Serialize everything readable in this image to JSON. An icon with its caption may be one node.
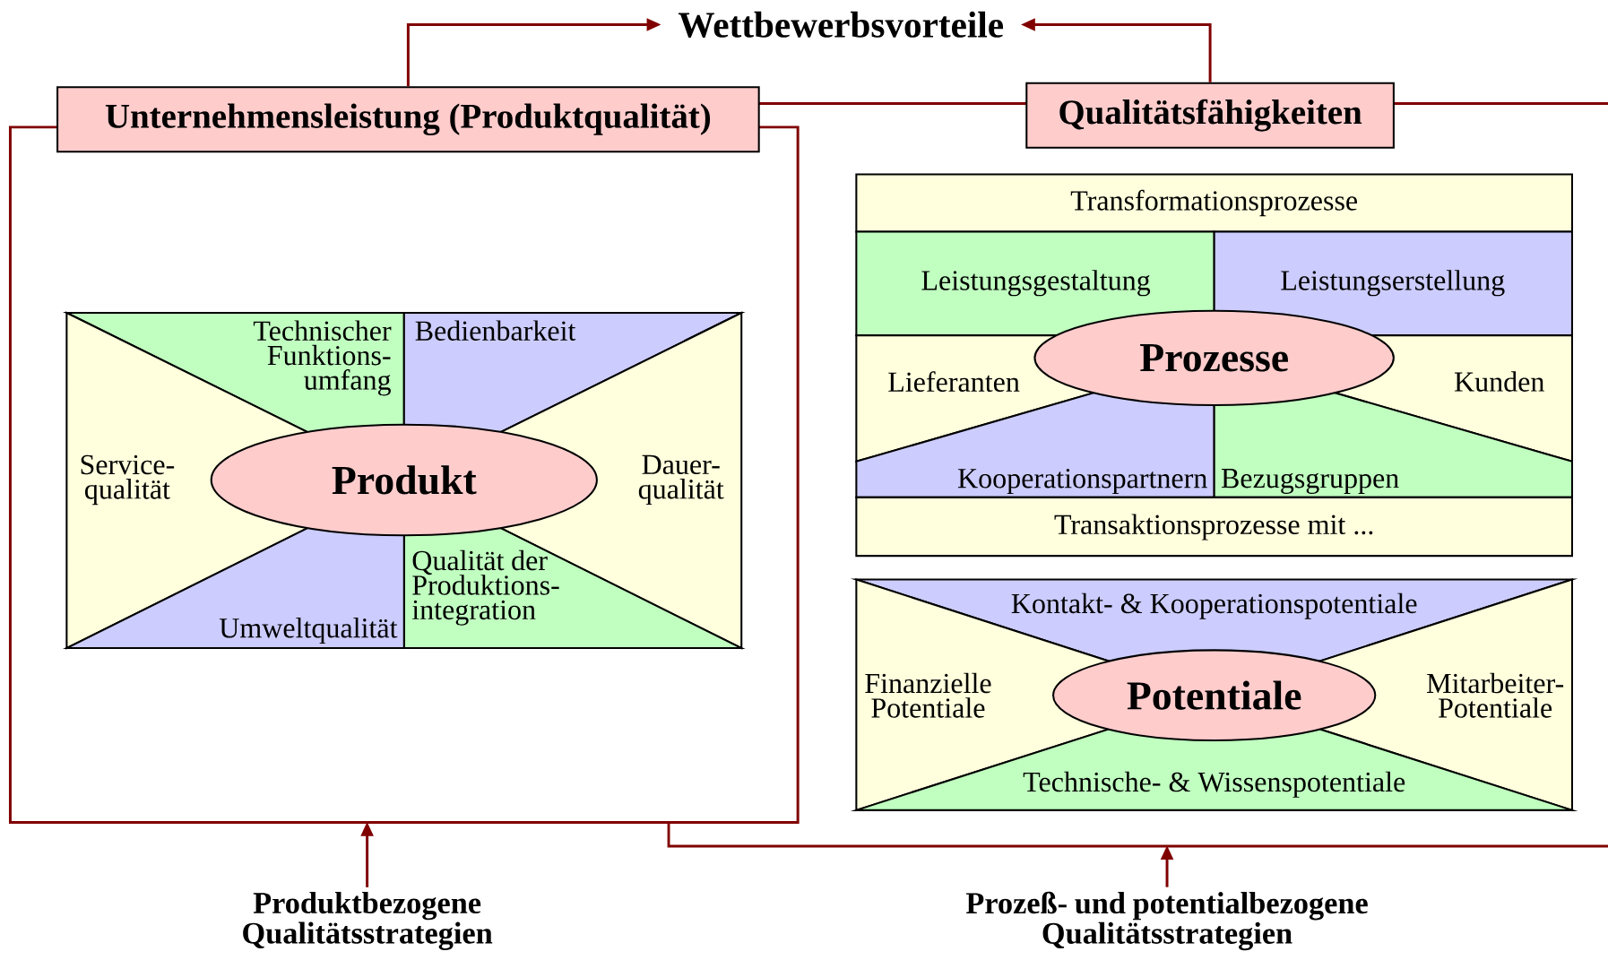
{
  "diagram": {
    "nodes": [
      {
        "text": [
          "Wettbewerbsvorteile"
        ]
      },
      {
        "text": [
          "Unternehmensleistung (Produktqualität)"
        ]
      },
      {
        "text": [
          "Qualitätsfähigkeiten"
        ]
      },
      {
        "text": [],
        "shape": "box"
      },
      {
        "text": [],
        "shape": "box"
      },
      {
        "text": [
          "Technischer Funktions- umfang"
        ],
        "in": 3
      },
      {
        "text": [
          "Bedienbarkeit"
        ],
        "in": 3
      },
      {
        "text": [
          "Service- qualität"
        ],
        "in": 3
      },
      {
        "text": [
          "Produkt"
        ],
        "in": 3
      },
      {
        "text": [
          "Dauer- qualität"
        ],
        "in": 3
      },
      {
        "text": [
          "Qualität der Produktions- integration"
        ],
        "in": 3
      },
      {
        "text": [
          "Umweltqualität"
        ],
        "in": 3
      },
      {
        "text": [
          "Transformationsprozesse"
        ],
        "in": 4
      },
      {
        "text": [
          "Leistungsgestaltung"
        ],
        "in": 4
      },
      {
        "text": [
          "Leistungserstellung"
        ],
        "in": 4
      },
      {
        "text": [
          "Lieferanten"
        ],
        "in": 4
      },
      {
        "text": [
          "Prozesse"
        ],
        "in": 4
      },
      {
        "text": [
          "Kunden"
        ],
        "in": 4
      },
      {
        "text": [
          "Kooperationspartnern"
        ],
        "in": 4
      },
      {
        "text": [
          "Bezugsgruppen"
        ],
        "in": 4
      },
      {
        "text": [
          "Transaktionsprozesse mit ..."
        ],
        "in": 4
      },
      {
        "text": [
          "Kontakt- & Kooperationspotentiale"
        ],
        "in": 4
      },
      {
        "text": [
          "Finanzielle Potentiale"
        ],
        "in": 4
      },
      {
        "text": [
          "Potentiale"
        ],
        "in": 4
      },
      {
        "text": [
          "Mitarbeiter- Potentiale"
        ],
        "in": 4
      },
      {
        "text": [
          "Technische- & Wissenspotentiale"
        ],
        "in": 4
      },
      {
        "text": [
          "Produktbezogene Qualitätsstrategien"
        ]
      },
      {
        "text": [
          "Prozeß- und potentialbezogene Qualitätsstrategien"
        ]
      }
    ],
    "edges": [
      {
        "from": 1,
        "to": 0,
        "arrow": "to"
      },
      {
        "from": 2,
        "to": 0,
        "arrow": "to"
      },
      {
        "from": 26,
        "to": 3,
        "arrow": "to"
      },
      {
        "from": 27,
        "to": 4,
        "arrow": "to"
      }
    ]
  }
}
